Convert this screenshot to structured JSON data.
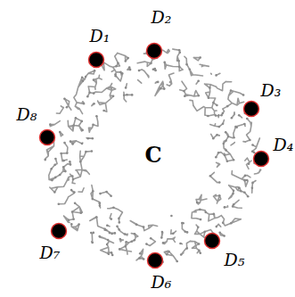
{
  "diagram": {
    "labels": [
      "D₁",
      "D₂",
      "D₃",
      "D₄",
      "D₅",
      "D₆",
      "D₇",
      "D₈",
      "C"
    ]
  }
}
